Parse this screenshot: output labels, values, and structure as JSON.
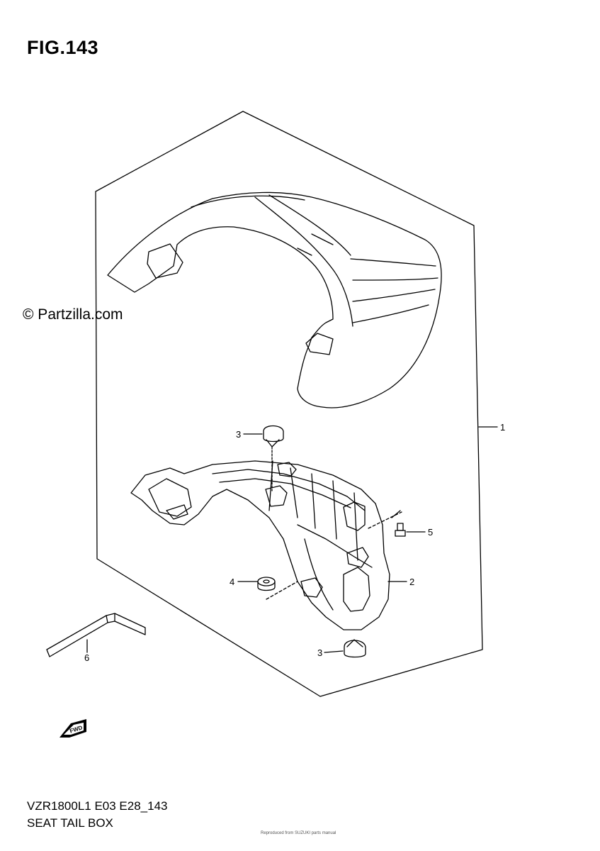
{
  "figure": {
    "title": "FIG.143"
  },
  "watermark": "© Partzilla.com",
  "footer": {
    "model_code": "VZR1800L1 E03 E28_143",
    "section_name": "SEAT TAIL BOX",
    "fine_print": "Reproduced from SUZUKI parts manual"
  },
  "fwd_label": "FWD",
  "callouts": [
    "1",
    "2",
    "3",
    "3",
    "4",
    "5",
    "6"
  ],
  "colors": {
    "line": "#000000",
    "background": "#ffffff"
  }
}
